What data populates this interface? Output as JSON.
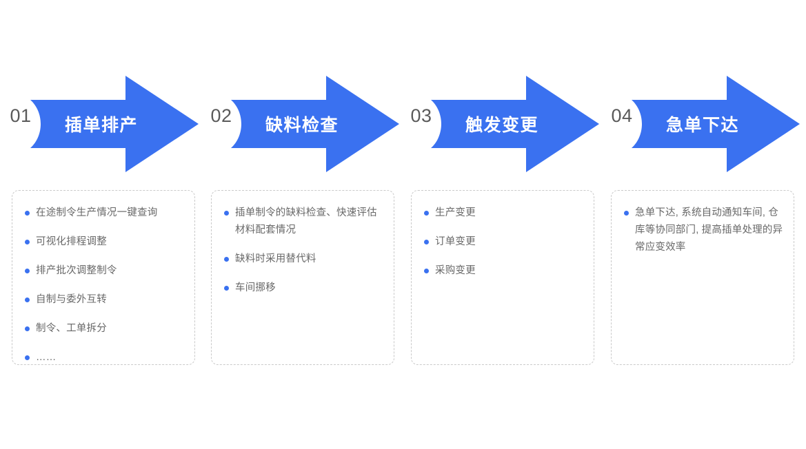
{
  "theme": {
    "arrow_color": "#3a71f0",
    "arrow_label_color": "#ffffff",
    "number_color": "#5a5a5a",
    "box_border_color": "#c9c9c9",
    "bullet_color": "#3a71f0",
    "body_text_color": "#686868",
    "background": "#ffffff"
  },
  "steps": [
    {
      "number": "01",
      "label": "插单排产",
      "details": [
        "在途制令生产情况一键查询",
        "可视化排程调整",
        "排产批次调整制令",
        "自制与委外互转",
        "制令、工单拆分",
        "……"
      ]
    },
    {
      "number": "02",
      "label": "缺料检查",
      "details": [
        "插单制令的缺料检查、快速评估材料配套情况",
        "缺料时采用替代料",
        "车间挪移"
      ]
    },
    {
      "number": "03",
      "label": "触发变更",
      "details": [
        "生产变更",
        "订单变更",
        "采购变更"
      ]
    },
    {
      "number": "04",
      "label": "急单下达",
      "details": [
        "急单下达, 系统自动通知车间, 仓库等协同部门, 提高插单处理的异常应变效率"
      ]
    }
  ]
}
